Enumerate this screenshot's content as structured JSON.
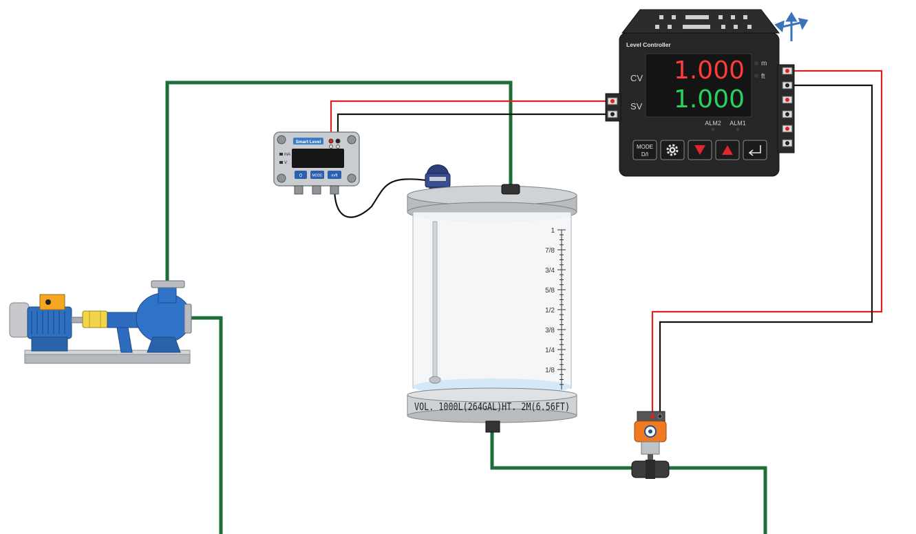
{
  "controller": {
    "title": "Level Controller",
    "cv_label": "CV",
    "sv_label": "SV",
    "cv_value": "1.000",
    "sv_value": "1.000",
    "unit_m": "m",
    "unit_ft": "ft",
    "alm2": "ALM2",
    "alm1": "ALM1",
    "mode_button_line1": "MODE",
    "mode_button_line2": "D/I",
    "colors": {
      "cv": "#ff3b3b",
      "sv": "#2bd160",
      "housing": "#2a2a2a"
    }
  },
  "transmitter": {
    "title": "Smart Level",
    "ma_label": "mA",
    "v_label": "V",
    "btn_zero": "0",
    "btn_mode": "MODE",
    "btn_mid": "m/ft"
  },
  "tank": {
    "label": "VOL. 1000L(264GAL)HT. 2M(6.56FT)",
    "scale": [
      "1",
      "7/8",
      "3/4",
      "5/8",
      "1/2",
      "3/8",
      "1/4",
      "1/8"
    ]
  },
  "wires": {
    "red": "#e02020",
    "black": "#111111",
    "pipe": "#1e6e3a"
  },
  "icons": {
    "move": "move-arrows-icon",
    "settings": "gear-icon",
    "down": "triangle-down-icon",
    "up": "triangle-up-icon",
    "enter": "enter-return-icon"
  }
}
